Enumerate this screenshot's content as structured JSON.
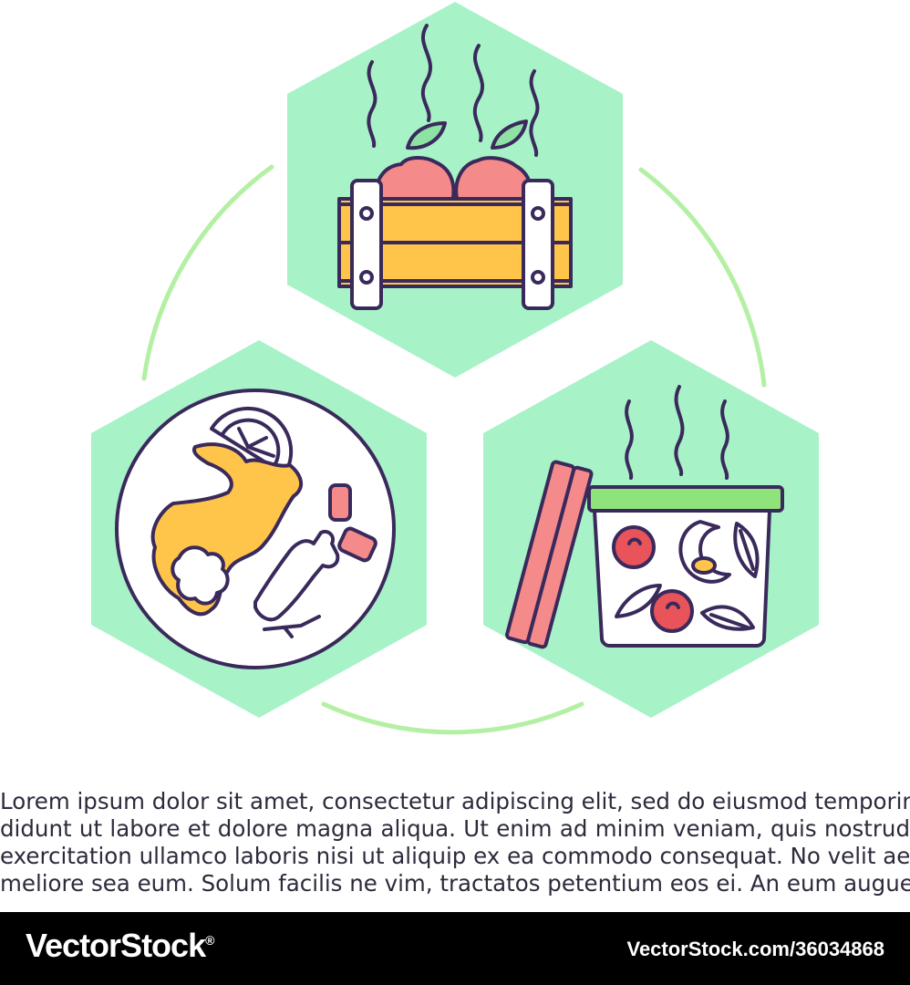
{
  "colors": {
    "hex_fill": "#a8f2c8",
    "ring": "#b4f0a4",
    "outline": "#3a2a5c",
    "crate": "#ffc54a",
    "fruit": "#f48a8a",
    "leaf": "#8ee3a4",
    "lid": "#f48a8a",
    "lid_rim": "#8ee37a",
    "olive": "#e8545a"
  },
  "icons": {
    "top": "wooden-crate-rotting-fruit-icon",
    "left": "plate-food-leftovers-icon",
    "right": "open-food-container-icon"
  },
  "body_lines": [
    "Lorem ipsum dolor sit amet, consectetur adipiscing elit, sed do eiusmod temporinci-",
    "didunt ut labore et dolore magna aliqua. Ut enim ad minim veniam, quis nostrud",
    "exercitation ullamco laboris nisi ut aliquip ex ea commodo consequat. No velit aeque",
    "meliore sea eum. Solum facilis ne vim, tractatos petentium eos ei. An eum augue."
  ],
  "footer": {
    "brand": "VectorStock",
    "brand_mark": "®",
    "image_ref": "VectorStock.com/36034868"
  }
}
